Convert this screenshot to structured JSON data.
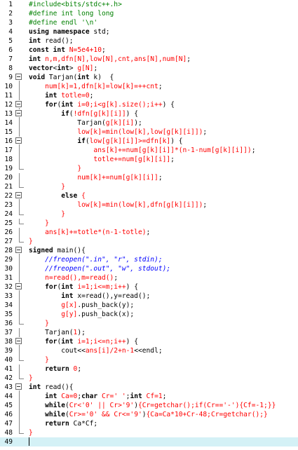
{
  "lines": [
    {
      "n": "1",
      "fold": "",
      "tokens": [
        [
          "pp",
          "#include<bits/stdc++.h>"
        ]
      ]
    },
    {
      "n": "2",
      "fold": "",
      "tokens": [
        [
          "pp",
          "#define int long long"
        ]
      ]
    },
    {
      "n": "3",
      "fold": "",
      "tokens": [
        [
          "pp",
          "#define endl '\\n'"
        ]
      ]
    },
    {
      "n": "4",
      "fold": "",
      "tokens": [
        [
          "kw",
          "using namespace"
        ],
        [
          "id",
          " std;"
        ]
      ]
    },
    {
      "n": "5",
      "fold": "",
      "tokens": [
        [
          "kw",
          "int"
        ],
        [
          "id",
          " read();"
        ]
      ]
    },
    {
      "n": "6",
      "fold": "",
      "tokens": [
        [
          "kw",
          "const int"
        ],
        [
          "id",
          " "
        ],
        [
          "num",
          "N=5e4+10"
        ],
        [
          "id",
          ";"
        ]
      ]
    },
    {
      "n": "7",
      "fold": "",
      "tokens": [
        [
          "kw",
          "int"
        ],
        [
          "id",
          " "
        ],
        [
          "op",
          "n,m,dfn[N],low[N],cnt,ans[N],num[N]"
        ],
        [
          "id",
          ";"
        ]
      ]
    },
    {
      "n": "8",
      "fold": "",
      "tokens": [
        [
          "kw",
          "vector"
        ],
        [
          "id",
          "<"
        ],
        [
          "kw",
          "int"
        ],
        [
          "id",
          "> "
        ],
        [
          "op",
          "g[N]"
        ],
        [
          "id",
          ";"
        ]
      ]
    },
    {
      "n": "9",
      "fold": "open",
      "tokens": [
        [
          "kw",
          "void"
        ],
        [
          "id",
          " Tarjan("
        ],
        [
          "kw",
          "int"
        ],
        [
          "id",
          " k)  {"
        ]
      ]
    },
    {
      "n": "10",
      "fold": "line",
      "tokens": [
        [
          "id",
          "    "
        ],
        [
          "op",
          "num[k]=1,dfn[k]=low[k]=++cnt"
        ],
        [
          "id",
          ";"
        ]
      ]
    },
    {
      "n": "11",
      "fold": "line",
      "tokens": [
        [
          "id",
          "    "
        ],
        [
          "kw",
          "int"
        ],
        [
          "id",
          " "
        ],
        [
          "op",
          "totle=0"
        ],
        [
          "id",
          ";"
        ]
      ]
    },
    {
      "n": "12",
      "fold": "open",
      "tokens": [
        [
          "id",
          "    "
        ],
        [
          "kw",
          "for"
        ],
        [
          "id",
          "("
        ],
        [
          "kw",
          "int"
        ],
        [
          "id",
          " "
        ],
        [
          "op",
          "i=0;i<g[k].size();i++"
        ],
        [
          "id",
          ") {"
        ]
      ]
    },
    {
      "n": "13",
      "fold": "open",
      "tokens": [
        [
          "id",
          "        "
        ],
        [
          "kw",
          "if"
        ],
        [
          "id",
          "("
        ],
        [
          "op",
          "!dfn[g[k][i]]"
        ],
        [
          "id",
          ") {"
        ]
      ]
    },
    {
      "n": "14",
      "fold": "line",
      "tokens": [
        [
          "id",
          "            Tarjan("
        ],
        [
          "op",
          "g[k][i]"
        ],
        [
          "id",
          ");"
        ]
      ]
    },
    {
      "n": "15",
      "fold": "line",
      "tokens": [
        [
          "id",
          "            "
        ],
        [
          "op",
          "low[k]=min(low[k],low[g[k][i]])"
        ],
        [
          "id",
          ";"
        ]
      ]
    },
    {
      "n": "16",
      "fold": "open",
      "tokens": [
        [
          "id",
          "            "
        ],
        [
          "kw",
          "if"
        ],
        [
          "id",
          "("
        ],
        [
          "op",
          "low[g[k][i]]>=dfn[k]"
        ],
        [
          "id",
          ") {"
        ]
      ]
    },
    {
      "n": "17",
      "fold": "line",
      "tokens": [
        [
          "id",
          "                "
        ],
        [
          "op",
          "ans[k]+=num[g[k][i]]*(n-1-num[g[k][i]])"
        ],
        [
          "id",
          ";"
        ]
      ]
    },
    {
      "n": "18",
      "fold": "line",
      "tokens": [
        [
          "id",
          "                "
        ],
        [
          "op",
          "totle+=num[g[k][i]]"
        ],
        [
          "id",
          ";"
        ]
      ]
    },
    {
      "n": "19",
      "fold": "end",
      "tokens": [
        [
          "id",
          "            "
        ],
        [
          "op",
          "}"
        ]
      ]
    },
    {
      "n": "20",
      "fold": "line",
      "tokens": [
        [
          "id",
          "            "
        ],
        [
          "op",
          "num[k]+=num[g[k][i]]"
        ],
        [
          "id",
          ";"
        ]
      ]
    },
    {
      "n": "21",
      "fold": "end",
      "tokens": [
        [
          "id",
          "        "
        ],
        [
          "op",
          "}"
        ]
      ]
    },
    {
      "n": "22",
      "fold": "open",
      "tokens": [
        [
          "id",
          "        "
        ],
        [
          "kw",
          "else"
        ],
        [
          "id",
          " "
        ],
        [
          "op",
          "{"
        ]
      ]
    },
    {
      "n": "23",
      "fold": "line",
      "tokens": [
        [
          "id",
          "            "
        ],
        [
          "op",
          "low[k]=min(low[k],dfn[g[k][i]])"
        ],
        [
          "id",
          ";"
        ]
      ]
    },
    {
      "n": "24",
      "fold": "end",
      "tokens": [
        [
          "id",
          "        "
        ],
        [
          "op",
          "}"
        ]
      ]
    },
    {
      "n": "25",
      "fold": "end",
      "tokens": [
        [
          "id",
          "    "
        ],
        [
          "op",
          "}"
        ]
      ]
    },
    {
      "n": "26",
      "fold": "line",
      "tokens": [
        [
          "id",
          "    "
        ],
        [
          "op",
          "ans[k]+=totle*(n-1-totle)"
        ],
        [
          "id",
          ";"
        ]
      ]
    },
    {
      "n": "27",
      "fold": "end",
      "tokens": [
        [
          "op",
          "}"
        ]
      ]
    },
    {
      "n": "28",
      "fold": "open",
      "tokens": [
        [
          "kw",
          "signed"
        ],
        [
          "id",
          " main(){"
        ]
      ]
    },
    {
      "n": "29",
      "fold": "line",
      "tokens": [
        [
          "id",
          "    "
        ],
        [
          "cm",
          "//freopen(\".in\", \"r\", stdin);"
        ]
      ]
    },
    {
      "n": "30",
      "fold": "line",
      "tokens": [
        [
          "id",
          "    "
        ],
        [
          "cm",
          "//freopen(\".out\", \"w\", stdout);"
        ]
      ]
    },
    {
      "n": "31",
      "fold": "line",
      "tokens": [
        [
          "id",
          "    "
        ],
        [
          "op",
          "n=read(),m=read()"
        ],
        [
          "id",
          ";"
        ]
      ]
    },
    {
      "n": "32",
      "fold": "open",
      "tokens": [
        [
          "id",
          "    "
        ],
        [
          "kw",
          "for"
        ],
        [
          "id",
          "("
        ],
        [
          "kw",
          "int"
        ],
        [
          "id",
          " "
        ],
        [
          "op",
          "i=1;i<=m;i++"
        ],
        [
          "id",
          ") {"
        ]
      ]
    },
    {
      "n": "33",
      "fold": "line",
      "tokens": [
        [
          "id",
          "        "
        ],
        [
          "kw",
          "int"
        ],
        [
          "id",
          " x=read(),y=read();"
        ]
      ]
    },
    {
      "n": "34",
      "fold": "line",
      "tokens": [
        [
          "id",
          "        "
        ],
        [
          "op",
          "g[x]"
        ],
        [
          "id",
          ".push_back(y);"
        ]
      ]
    },
    {
      "n": "35",
      "fold": "line",
      "tokens": [
        [
          "id",
          "        "
        ],
        [
          "op",
          "g[y]"
        ],
        [
          "id",
          ".push_back(x);"
        ]
      ]
    },
    {
      "n": "36",
      "fold": "end",
      "tokens": [
        [
          "id",
          "    "
        ],
        [
          "op",
          "}"
        ]
      ]
    },
    {
      "n": "37",
      "fold": "line",
      "tokens": [
        [
          "id",
          "    Tarjan("
        ],
        [
          "num",
          "1"
        ],
        [
          "id",
          ");"
        ]
      ]
    },
    {
      "n": "38",
      "fold": "open",
      "tokens": [
        [
          "id",
          "    "
        ],
        [
          "kw",
          "for"
        ],
        [
          "id",
          "("
        ],
        [
          "kw",
          "int"
        ],
        [
          "id",
          " "
        ],
        [
          "op",
          "i=1;i<=n;i++"
        ],
        [
          "id",
          ") {"
        ]
      ]
    },
    {
      "n": "39",
      "fold": "line",
      "tokens": [
        [
          "id",
          "        cout<<"
        ],
        [
          "op",
          "ans[i]/2+n-1"
        ],
        [
          "id",
          "<<endl;"
        ]
      ]
    },
    {
      "n": "40",
      "fold": "end",
      "tokens": [
        [
          "id",
          "    "
        ],
        [
          "op",
          "}"
        ]
      ]
    },
    {
      "n": "41",
      "fold": "line",
      "tokens": [
        [
          "id",
          "    "
        ],
        [
          "kw",
          "return"
        ],
        [
          "id",
          " "
        ],
        [
          "num",
          "0"
        ],
        [
          "id",
          ";"
        ]
      ]
    },
    {
      "n": "42",
      "fold": "end",
      "tokens": [
        [
          "op",
          "}"
        ]
      ]
    },
    {
      "n": "43",
      "fold": "open",
      "tokens": [
        [
          "kw",
          "int"
        ],
        [
          "id",
          " read(){"
        ]
      ]
    },
    {
      "n": "44",
      "fold": "line",
      "tokens": [
        [
          "id",
          "    "
        ],
        [
          "kw",
          "int"
        ],
        [
          "id",
          " "
        ],
        [
          "op",
          "Ca=0"
        ],
        [
          "id",
          ";"
        ],
        [
          "kw",
          "char"
        ],
        [
          "id",
          " "
        ],
        [
          "op",
          "Cr=' '"
        ],
        [
          "id",
          ";"
        ],
        [
          "kw",
          "int"
        ],
        [
          "id",
          " "
        ],
        [
          "op",
          "Cf=1"
        ],
        [
          "id",
          ";"
        ]
      ]
    },
    {
      "n": "45",
      "fold": "line",
      "tokens": [
        [
          "id",
          "    "
        ],
        [
          "kw",
          "while"
        ],
        [
          "id",
          "("
        ],
        [
          "op",
          "Cr<'0' || Cr>'9'"
        ],
        [
          "id",
          ")"
        ],
        [
          "op",
          "{Cr=getchar();if(Cr=='-'){Cf=-1;}}"
        ]
      ]
    },
    {
      "n": "46",
      "fold": "line",
      "tokens": [
        [
          "id",
          "    "
        ],
        [
          "kw",
          "while"
        ],
        [
          "id",
          "("
        ],
        [
          "op",
          "Cr>='0' && Cr<='9'"
        ],
        [
          "id",
          ")"
        ],
        [
          "op",
          "{Ca=Ca*10+Cr-48;Cr=getchar();}"
        ]
      ]
    },
    {
      "n": "47",
      "fold": "line",
      "tokens": [
        [
          "id",
          "    "
        ],
        [
          "kw",
          "return"
        ],
        [
          "id",
          " Ca*Cf;"
        ]
      ]
    },
    {
      "n": "48",
      "fold": "end",
      "tokens": [
        [
          "op",
          "}"
        ]
      ]
    },
    {
      "n": "49",
      "fold": "",
      "tokens": [
        [
          "id",
          ""
        ]
      ],
      "current": true
    }
  ]
}
